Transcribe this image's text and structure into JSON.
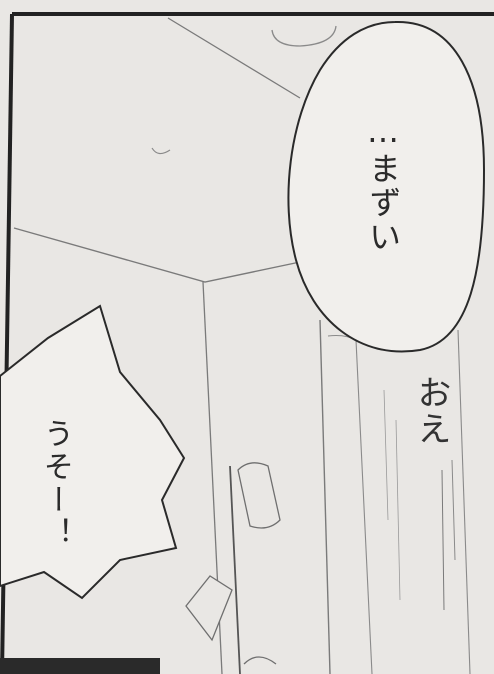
{
  "balloon_right": {
    "text": "…まずい"
  },
  "balloon_left": {
    "text": "うそー！"
  },
  "sfx": {
    "text": "おえ"
  },
  "colors": {
    "paper": "#e9e7e4",
    "ink": "#2b2b2b",
    "line": "#6f6f6f"
  }
}
